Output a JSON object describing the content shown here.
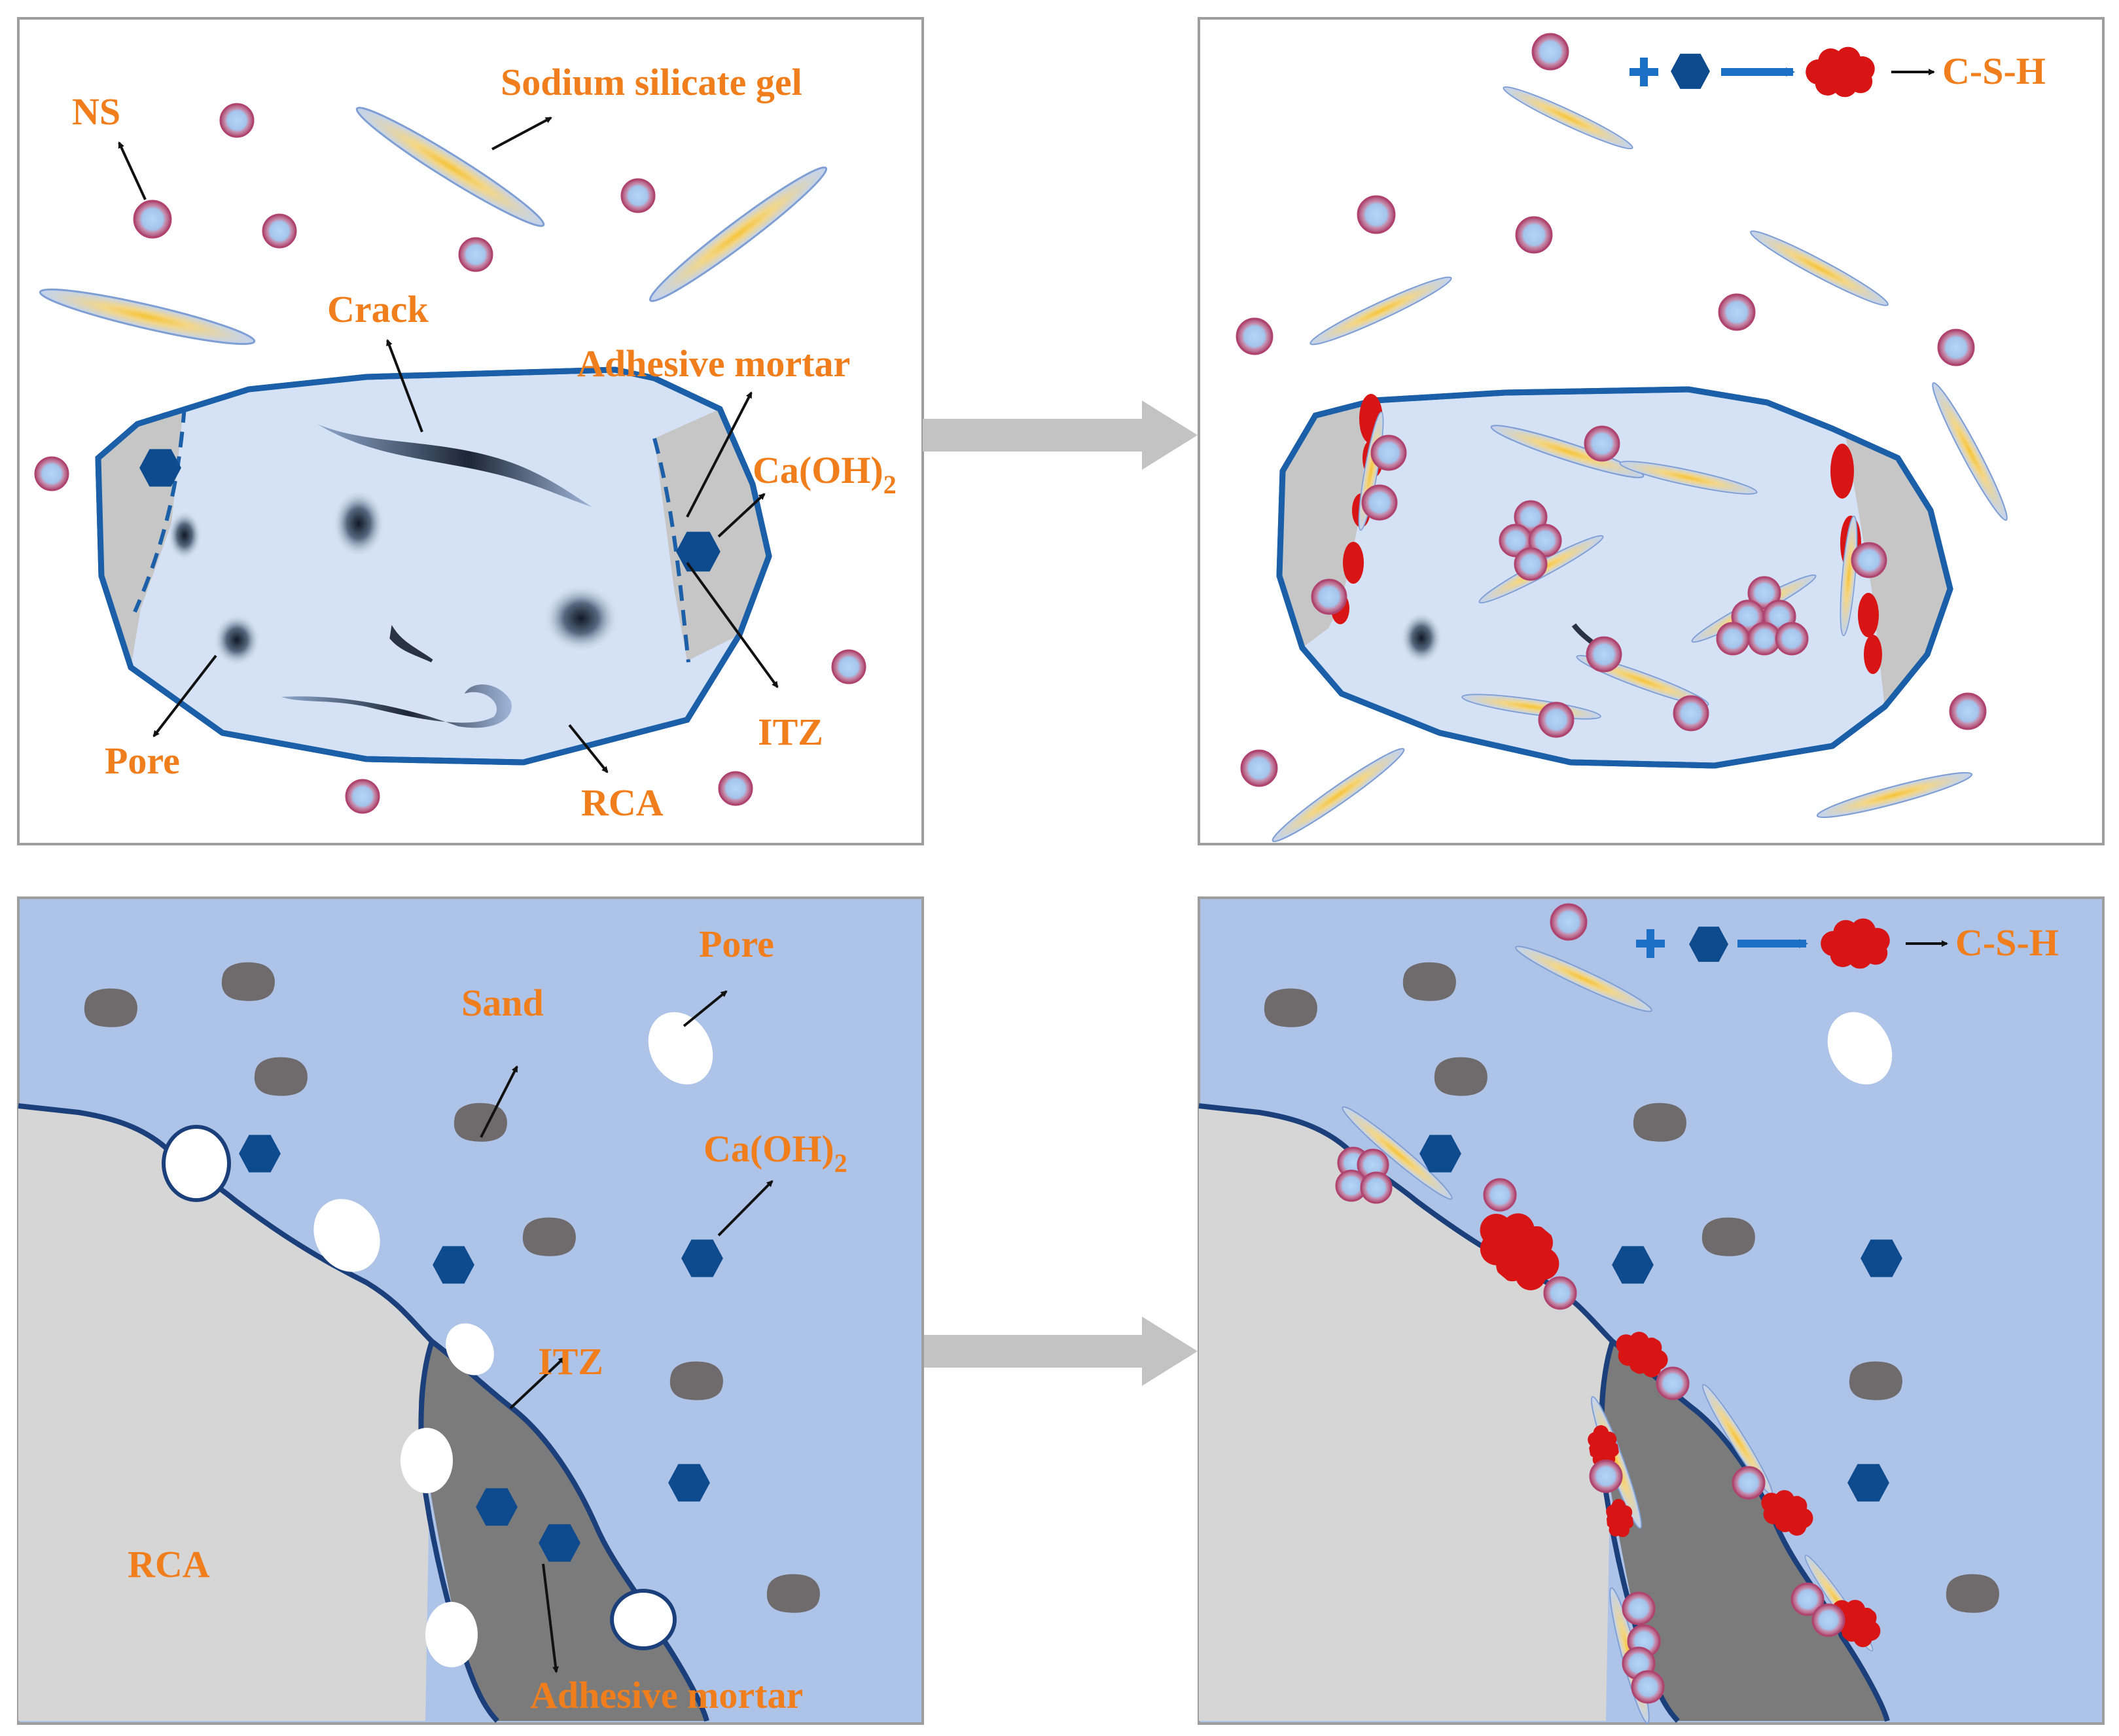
{
  "panel_top_left": {
    "ns": "NS",
    "sodium_silicate_gel": "Sodium silicate gel",
    "crack": "Crack",
    "adhesive_mortar": "Adhesive mortar",
    "caoh2_main": "Ca(OH)",
    "caoh2_sub": "2",
    "pore": "Pore",
    "itz": "ITZ",
    "rca": "RCA"
  },
  "panel_top_right": {
    "product": "C-S-H"
  },
  "panel_bottom_left": {
    "pore": "Pore",
    "sand": "Sand",
    "caoh2_main": "Ca(OH)",
    "caoh2_sub": "2",
    "itz": "ITZ",
    "rca": "RCA",
    "adhesive_mortar": "Adhesive mortar"
  },
  "panel_bottom_right": {
    "product": "C-S-H"
  },
  "colors": {
    "label": "#f07e1c",
    "rca_outline": "#1b5fa8",
    "caoh2": "#0e4a8e",
    "csh": "#d81414",
    "matrix": "#adc3e8"
  }
}
